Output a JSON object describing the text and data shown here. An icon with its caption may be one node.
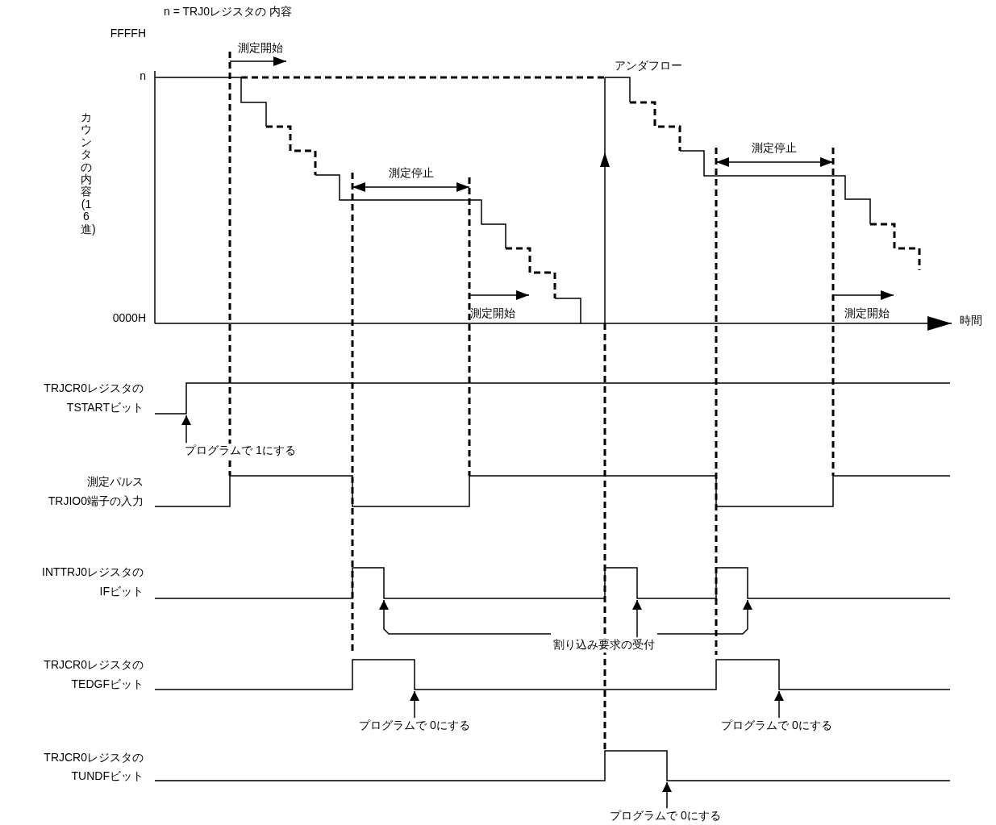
{
  "diagram": {
    "nodes": [
      {
        "text": [
          "プログラムで 1にする"
        ]
      },
      {
        "text": [
          "割り込み要求の受付"
        ]
      },
      {
        "text": [
          "プログラムで 0にする"
        ]
      },
      {
        "text": [
          "プログラムで 0にする"
        ]
      },
      {
        "text": [
          "プログラムで 0にする"
        ]
      }
    ],
    "edges": [
      {
        "from": 0,
        "to": null,
        "arrow": "to"
      },
      {
        "from": 1,
        "to": null,
        "arrow": "to"
      },
      {
        "from": 1,
        "to": null,
        "arrow": "to"
      },
      {
        "from": 1,
        "to": null,
        "arrow": "to"
      },
      {
        "from": 2,
        "to": null,
        "arrow": "to"
      },
      {
        "from": 3,
        "to": null,
        "arrow": "to"
      },
      {
        "from": 4,
        "to": null,
        "arrow": "to"
      }
    ],
    "labels": [
      "n = TRJ0レジスタの 内容",
      "FFFFH",
      "測定開始",
      "n",
      "アンダフロー",
      "カウンタの内容(16進)",
      "測定停止",
      "測定停止",
      "測定開始",
      "0000H",
      "測定開始",
      "時間",
      "TRJCR0レジスタの",
      "TSTARTビット",
      "測定パルス",
      "TRJIO0端子の入力",
      "INTTRJ0レジスタの",
      "IFビット",
      "TRJCR0レジスタの",
      "TEDGFビット",
      "TRJCR0レジスタの",
      "TUNDFビット"
    ]
  }
}
